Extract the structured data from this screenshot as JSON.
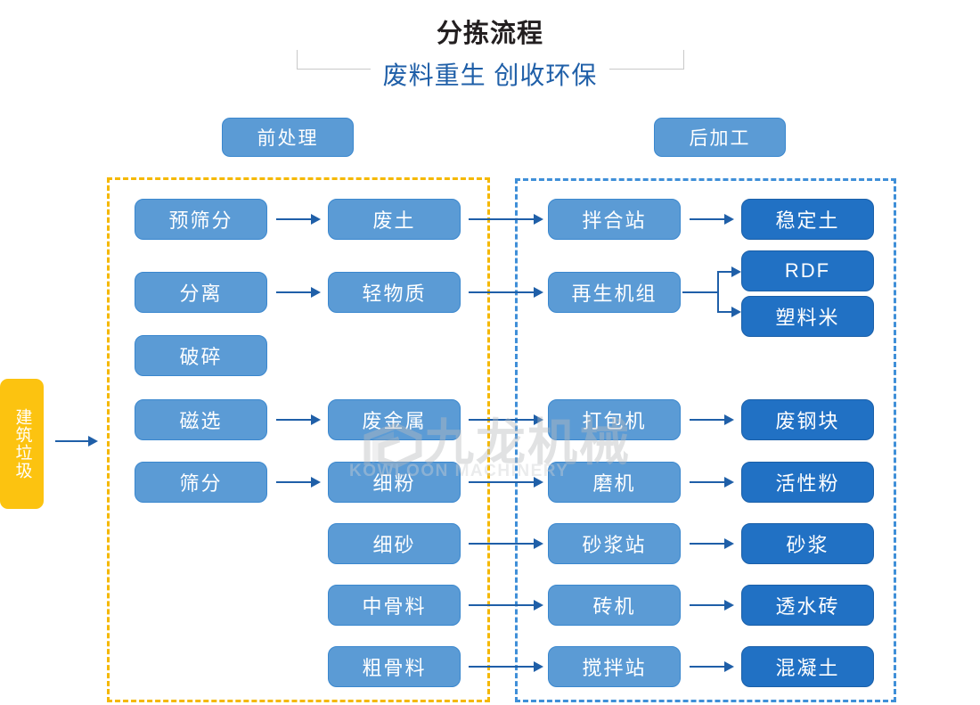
{
  "header": {
    "title": "分拣流程",
    "subtitle": "废料重生 创收环保"
  },
  "sections": {
    "pre_label": "前处理",
    "post_label": "后加工"
  },
  "source": {
    "label": "建筑垃圾",
    "color": "#fcc310"
  },
  "colors": {
    "node_light": "#5b9bd5",
    "node_light_border": "#3a87ce",
    "node_dark": "#2171c4",
    "node_dark_border": "#1a5fa8",
    "arrow": "#1f5fa8",
    "zone_pre_dash": "#f5b800",
    "zone_post_dash": "#3f8fd8",
    "title": "#231f20",
    "subtitle": "#1f5fa8"
  },
  "nodes": {
    "col1": [
      {
        "id": "pre-screening",
        "label": "预筛分"
      },
      {
        "id": "separation",
        "label": "分离"
      },
      {
        "id": "crushing",
        "label": "破碎"
      },
      {
        "id": "magnetic",
        "label": "磁选"
      },
      {
        "id": "screening",
        "label": "筛分"
      }
    ],
    "col2": [
      {
        "id": "waste-soil",
        "label": "废土"
      },
      {
        "id": "light-material",
        "label": "轻物质"
      },
      {
        "id": "waste-metal",
        "label": "废金属"
      },
      {
        "id": "fine-powder",
        "label": "细粉"
      },
      {
        "id": "fine-sand",
        "label": "细砂"
      },
      {
        "id": "medium-aggregate",
        "label": "中骨料"
      },
      {
        "id": "coarse-aggregate",
        "label": "粗骨料"
      }
    ],
    "col3": [
      {
        "id": "mixing-station",
        "label": "拌合站"
      },
      {
        "id": "regeneration-unit",
        "label": "再生机组"
      },
      {
        "id": "baler",
        "label": "打包机"
      },
      {
        "id": "mill",
        "label": "磨机"
      },
      {
        "id": "mortar-station",
        "label": "砂浆站"
      },
      {
        "id": "brick-machine",
        "label": "砖机"
      },
      {
        "id": "concrete-station",
        "label": "搅拌站"
      }
    ],
    "col4": [
      {
        "id": "stabilized-soil",
        "label": "稳定土"
      },
      {
        "id": "rdf",
        "label": "RDF"
      },
      {
        "id": "plastic-pellets",
        "label": "塑料米"
      },
      {
        "id": "scrap-steel",
        "label": "废钢块"
      },
      {
        "id": "active-powder",
        "label": "活性粉"
      },
      {
        "id": "mortar",
        "label": "砂浆"
      },
      {
        "id": "permeable-brick",
        "label": "透水砖"
      },
      {
        "id": "concrete",
        "label": "混凝土"
      }
    ]
  },
  "watermark": {
    "cn": "九龙机械",
    "en": "KOWLOON MACHINERY"
  }
}
